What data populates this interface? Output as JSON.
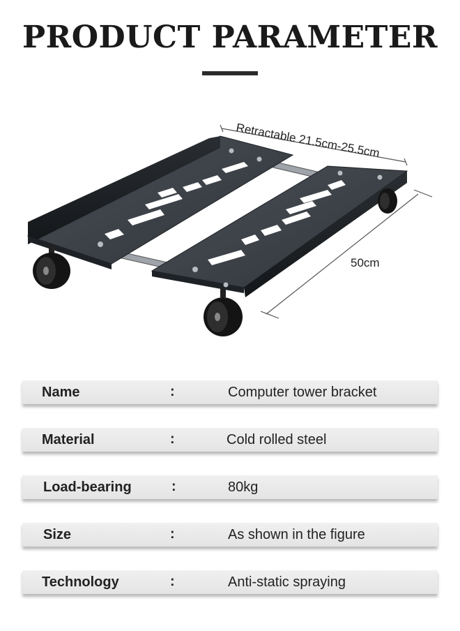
{
  "header": {
    "title": "PRODUCT PARAMETER"
  },
  "figure": {
    "width_label": "Retractable 21.5cm-25.5cm",
    "length_label": "50cm"
  },
  "specs": [
    {
      "label": "Name",
      "colon": ":",
      "value": "Computer tower bracket"
    },
    {
      "label": "Material",
      "colon": ":",
      "value": "Cold rolled steel"
    },
    {
      "label": "Load-bearing",
      "colon": ":",
      "value": "80kg"
    },
    {
      "label": "Size",
      "colon": ":",
      "value": "As shown in the figure"
    },
    {
      "label": "Technology",
      "colon": ":",
      "value": "Anti-static spraying"
    }
  ],
  "colors": {
    "steel": "#3c4248",
    "row_background": "#e8e8e8",
    "text": "#222222"
  }
}
